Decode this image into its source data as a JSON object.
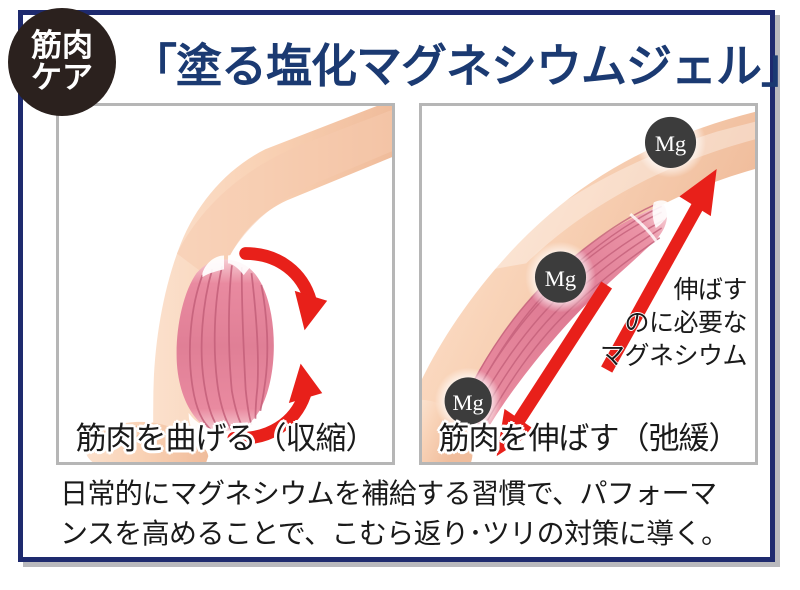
{
  "badge": {
    "line1": "筋肉",
    "line2": "ケア"
  },
  "header": {
    "title": "「塗る塩化マグネシウムジェル」"
  },
  "panels": [
    {
      "id": "contraction",
      "caption": "筋肉を曲げる（収縮）",
      "arrows": "two red curved arrows converging toward bent calf",
      "markers": []
    },
    {
      "id": "relaxation",
      "caption": "筋肉を伸ばす（弛緩）",
      "arrows": "two straight red arrows pointing outward along stretched leg",
      "markers": [
        "Mg",
        "Mg",
        "Mg"
      ],
      "annotation": {
        "line1": "伸ばす",
        "line2": "のに必要な",
        "line3": "マグネシウム"
      }
    }
  ],
  "footer": {
    "line1": "日常的にマグネシウムを補給する習慣で、パフォーマ",
    "line2": "ンスを高めることで、こむら返り･ツリの対策に導く。"
  },
  "colors": {
    "frame_navy": "#1e2a6e",
    "title_navy": "#1b3a72",
    "badge_dark": "#2b211e",
    "panel_border": "#b6b6b6",
    "arrow_red": "#e8201a",
    "skin": "#f7cdae",
    "skin_light": "#fce3cf",
    "muscle": "#e88a9e",
    "muscle_dark": "#c4607a",
    "mg_circle": "#3c3c3c",
    "text_dark": "#1a1a1a"
  }
}
